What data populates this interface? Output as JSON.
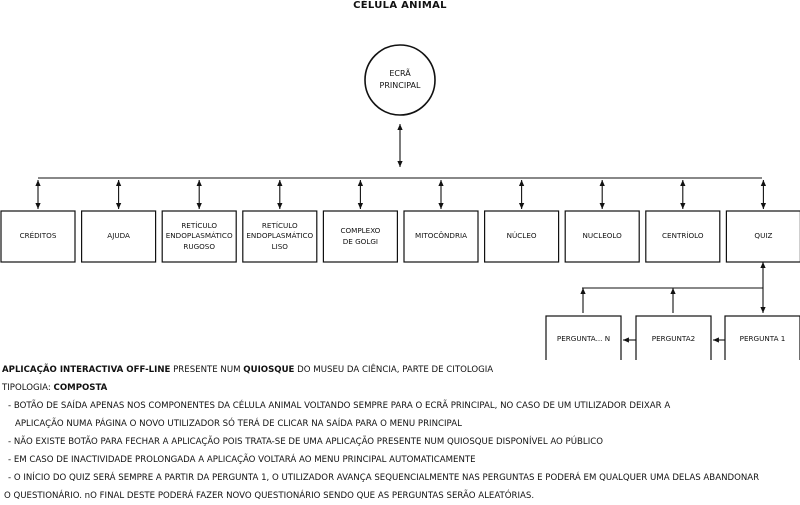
{
  "title": "CÉLULA ANIMAL",
  "main_screen": {
    "label": "ECRÃ\nPRINCIPAL"
  },
  "modules": [
    {
      "id": "creditos",
      "label": "CRÉDITOS"
    },
    {
      "id": "ajuda",
      "label": "AJUDA"
    },
    {
      "id": "reticulo-rugoso",
      "label": "RETÍCULO\nENDOPLASMÁTICO\nRUGOSO"
    },
    {
      "id": "reticulo-liso",
      "label": "RETÍCULO\nENDOPLASMÁTICO\nLISO"
    },
    {
      "id": "complexo-golgi",
      "label": "COMPLEXO\nDE GOLGI"
    },
    {
      "id": "mitocondria",
      "label": "MITOCÔNDRIA"
    },
    {
      "id": "nucleo",
      "label": "NÚCLEO"
    },
    {
      "id": "nucleolo",
      "label": "NUCLEOLO"
    },
    {
      "id": "centriolo",
      "label": "CENTRÍOLO"
    },
    {
      "id": "quiz",
      "label": "QUIZ"
    }
  ],
  "questions": [
    {
      "id": "pergunta-n",
      "label": "PERGUNTA... N"
    },
    {
      "id": "pergunta-2",
      "label": "PERGUNTA2"
    },
    {
      "id": "pergunta-1",
      "label": "PERGUNTA 1"
    }
  ],
  "notes": {
    "line1_bold1": "APLICAÇÃO INTERACTIVA OFF-LINE",
    "line1_text1": " PRESENTE NUM ",
    "line1_bold2": "QUIOSQUE",
    "line1_text2": " DO MUSEU DA CIÊNCIA, PARTE DE CITOLOGIA",
    "line2_text": "TIPOLOGIA: ",
    "line2_bold": "COMPOSTA",
    "bullets": [
      "- BOTÃO DE SAÍDA APENAS NOS COMPONENTES DA CÉLULA ANIMAL VOLTANDO SEMPRE PARA O ECRÃ PRINCIPAL, NO CASO DE UM UTILIZADOR DEIXAR A",
      "APLICAÇÃO NUMA PÁGINA O NOVO UTILIZADOR SÓ TERÁ DE CLICAR NA SAÍDA PARA O MENU PRINCIPAL",
      "- NÃO EXISTE BOTÃO PARA FECHAR A APLICAÇÃO POIS TRATA-SE DE UMA APLICAÇÃO PRESENTE NUM QUIOSQUE DISPONÍVEL AO PÚBLICO",
      "- EM CASO DE INACTIVIDADE PROLONGADA A APLICAÇÃO VOLTARÁ AO MENU PRINCIPAL AUTOMATICAMENTE",
      "- O INÍCIO DO QUIZ SERÁ SEMPRE A PARTIR DA PERGUNTA 1, O UTILIZADOR AVANÇA SEQUENCIALMENTE NAS PERGUNTAS E PODERÁ EM QUALQUER UMA DELAS ABANDONAR",
      "O QUESTIONÁRIO. nO FINAL DESTE PODERÁ FAZER NOVO QUESTIONÁRIO SENDO QUE AS PERGUNTAS SERÃO ALEATÓRIAS."
    ]
  }
}
